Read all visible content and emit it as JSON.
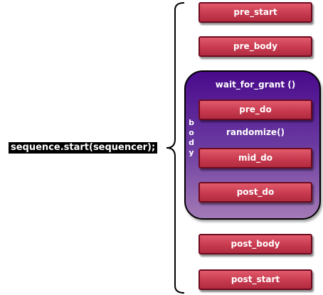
{
  "call_label": "sequence.start(sequencer);",
  "steps": {
    "pre_start": "pre_start",
    "pre_body": "pre_body",
    "pre_do": "pre_do",
    "mid_do": "mid_do",
    "post_do": "post_do",
    "post_body": "post_body",
    "post_start": "post_start"
  },
  "body_group": {
    "label_letters": [
      "b",
      "o",
      "d",
      "y"
    ],
    "wait_for_grant": "wait_for_grant ()",
    "randomize": "randomize()"
  },
  "colors": {
    "step_fill": "#c73a4f",
    "step_border": "#6d0a20",
    "body_fill_top": "#4a0a8c",
    "body_fill_bottom": "#a37ab6"
  }
}
